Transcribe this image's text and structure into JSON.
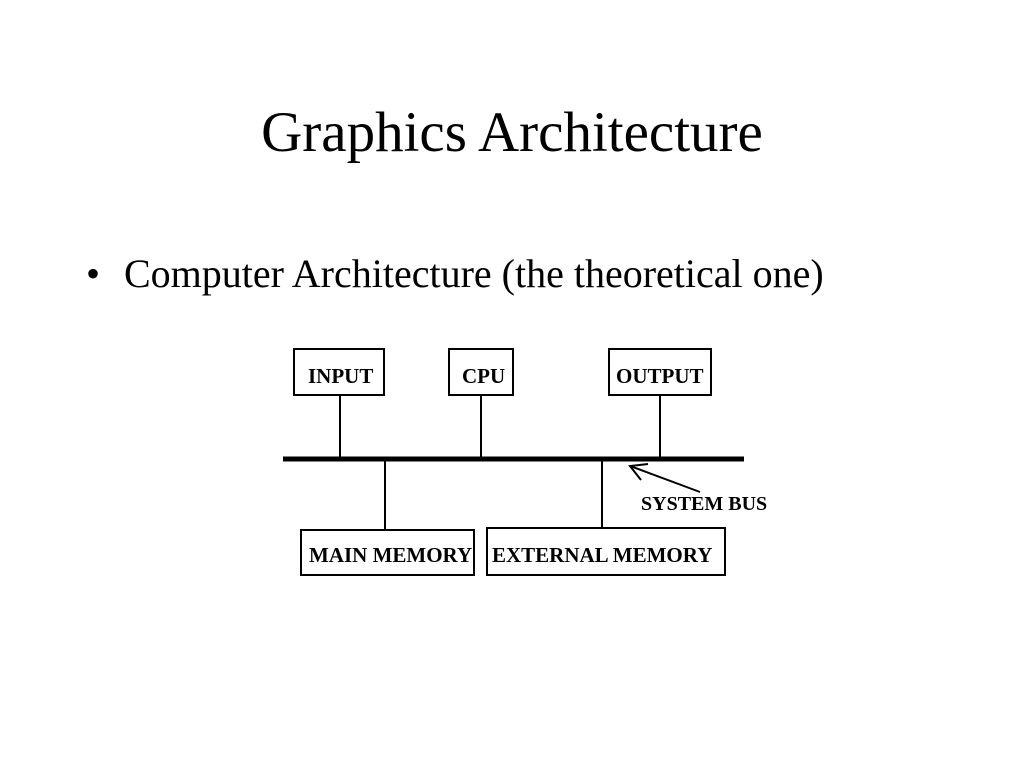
{
  "slide": {
    "title": "Graphics Architecture",
    "bullets": [
      {
        "marker": "•",
        "text": "Computer Architecture (the theoretical one)"
      }
    ]
  },
  "diagram": {
    "components": {
      "input": "INPUT",
      "cpu": "CPU",
      "output": "OUTPUT",
      "main_memory": "MAIN MEMORY",
      "external_memory": "EXTERNAL MEMORY"
    },
    "bus_label": "SYSTEM BUS",
    "line_color": "#000000"
  }
}
